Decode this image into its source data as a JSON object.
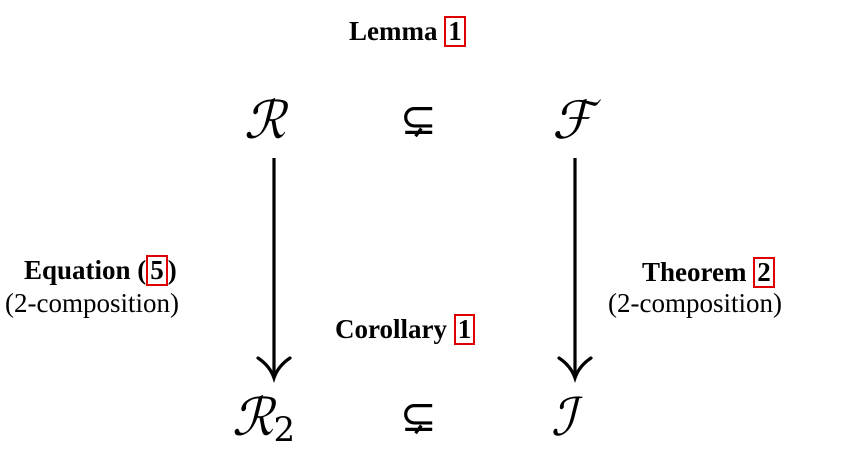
{
  "top_label": {
    "text": "Lemma",
    "ref": "1"
  },
  "middle_label": {
    "text": "Corollary",
    "ref": "1"
  },
  "left_label": {
    "prefix": "Equation (",
    "ref": "5",
    "suffix": ")",
    "note": "(2-composition)"
  },
  "right_label": {
    "text": "Theorem",
    "ref": "2",
    "note": "(2-composition)"
  },
  "symbols": {
    "top_left": "ℛ",
    "top_right": "ℱ",
    "bottom_left": "ℛ",
    "bottom_left_index": "2",
    "bottom_right": "ℐ",
    "relation": "⊊"
  },
  "colors": {
    "ref_box": "#e00000",
    "text": "#000000"
  }
}
